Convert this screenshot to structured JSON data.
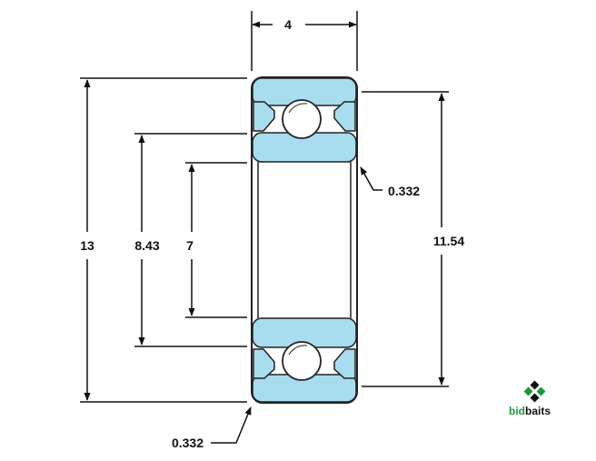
{
  "diagram": {
    "dimensions": {
      "width_top": "4",
      "outer_diameter": "13",
      "bore_shoulder": "8.43",
      "bore": "7",
      "outer_shoulder": "11.54",
      "chamfer_outer": "0.332",
      "chamfer_inner": "0.332"
    },
    "colors": {
      "ring_fill": "#a8dcef",
      "outline": "#222222",
      "ball_fill": "#ffffff"
    }
  },
  "logo": {
    "brand_part1": "bid",
    "brand_part2": "baits",
    "color_green": "#1a9a3a",
    "color_dark": "#111111",
    "icon": "recycle-diamond-icon"
  }
}
